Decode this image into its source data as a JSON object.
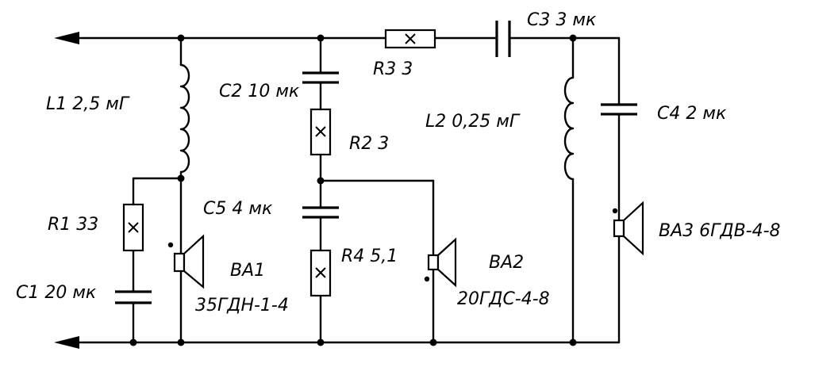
{
  "labels": {
    "l1": "L1  2,5 мГ",
    "l2": "L2  0,25 мГ",
    "c1": "C1  20 мк",
    "c2": "C2  10 мк",
    "c3": "C3  3 мк",
    "c4": "C4  2 мк",
    "c5": "C5  4 мк",
    "r1": "R1  33",
    "r2": "R2  3",
    "r3": "R3  3",
    "r4": "R4  5,1",
    "ba1_name": "BA1",
    "ba1_model": "35ГДН-1-4",
    "ba2_name": "BA2",
    "ba2_model": "20ГДС-4-8",
    "ba3": "BA3  6ГДВ-4-8"
  }
}
